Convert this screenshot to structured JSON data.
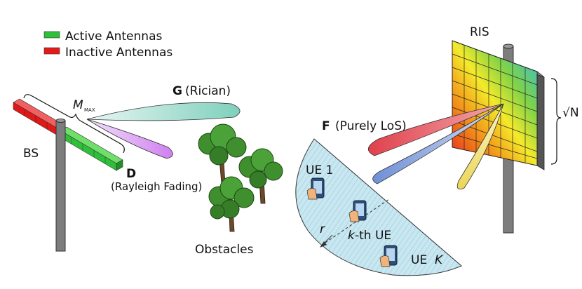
{
  "legend": {
    "active": {
      "label": "Active Antennas",
      "color": "#2fbf3a"
    },
    "inactive": {
      "label": "Inactive Antennas",
      "color": "#e41b1b"
    }
  },
  "bs": {
    "label": "BS"
  },
  "mmax": {
    "symbol": "M",
    "subscript": "MAX"
  },
  "channels": {
    "g": {
      "symbol": "G",
      "desc": "(Rician)",
      "color": "#7fd0bd"
    },
    "d": {
      "symbol": "D",
      "desc": "(Rayleigh Fading)",
      "color": "#cf7ff0"
    },
    "f": {
      "symbol": "F",
      "desc": "(Purely LoS)"
    }
  },
  "obstacles": {
    "label": "Obstacles"
  },
  "ris": {
    "label": "RIS",
    "dimension": "√N"
  },
  "coverage": {
    "ue1": {
      "name": "UE 1"
    },
    "uek_mid": {
      "prefix": "k",
      "suffix": "-th UE"
    },
    "uek": {
      "prefix": "UE ",
      "suffix": "K"
    },
    "radius": "r"
  },
  "beams": {
    "red": "#e0414b",
    "blue": "#6f8fd6",
    "yellow": "#ecd657"
  }
}
